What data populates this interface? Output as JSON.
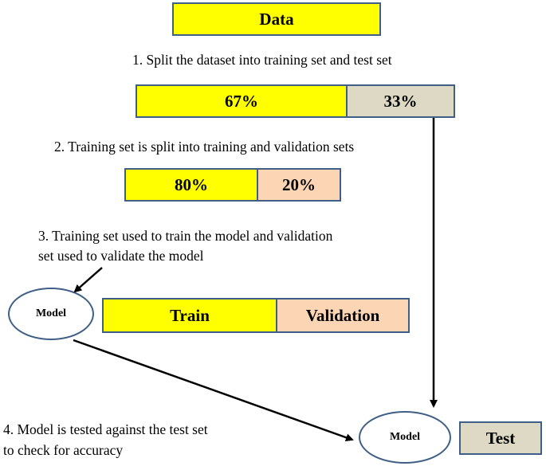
{
  "data_box": {
    "label": "Data"
  },
  "step1": {
    "caption": "1. Split the dataset into training set and test set",
    "train_pct": "67%",
    "test_pct": "33%"
  },
  "step2": {
    "caption": "2. Training set is split into training and validation sets",
    "train_pct": "80%",
    "validation_pct": "20%"
  },
  "step3": {
    "caption_line1": "3. Training set used to train the model and validation",
    "caption_line2": "set used to validate the model",
    "model_label": "Model",
    "train_label": "Train",
    "validation_label": "Validation"
  },
  "step4": {
    "caption_line1": "4. Model is tested against the test set",
    "caption_line2": "to check for accuracy",
    "model_label": "Model",
    "test_label": "Test"
  },
  "colors": {
    "yellow": "#ffff00",
    "test_gray": "#ddd9c4",
    "validation_peach": "#fcd5b5",
    "border_blue": "#3f5f86"
  }
}
